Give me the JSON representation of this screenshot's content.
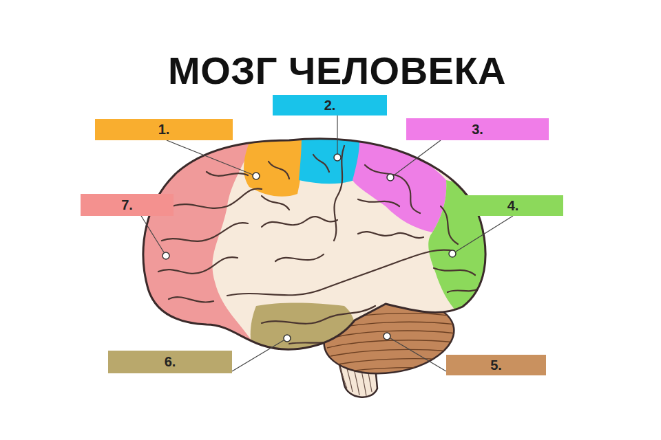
{
  "diagram": {
    "title": "МОЗГ ЧЕЛОВЕКА",
    "nodes": [
      {
        "text": [
          "2."
        ]
      },
      {
        "text": [
          "1."
        ]
      },
      {
        "text": [
          "3."
        ]
      },
      {
        "text": [
          "7."
        ]
      },
      {
        "text": [
          "4."
        ]
      },
      {
        "text": [
          "6."
        ]
      },
      {
        "text": [
          "5."
        ]
      }
    ]
  }
}
